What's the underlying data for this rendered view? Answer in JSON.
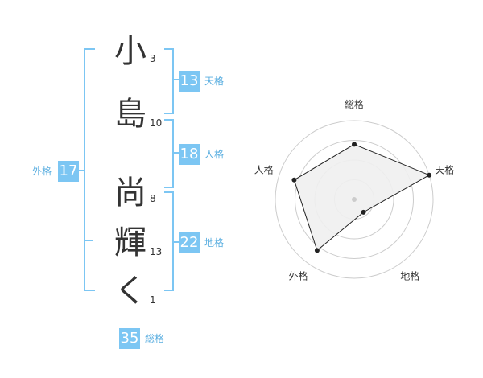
{
  "name_chars": [
    {
      "char": "小",
      "strokes": "3"
    },
    {
      "char": "島",
      "strokes": "10"
    },
    {
      "char": "尚",
      "strokes": "8"
    },
    {
      "char": "輝",
      "strokes": "13"
    },
    {
      "char": "く",
      "strokes": "1"
    }
  ],
  "fortunes": {
    "tenkaku": {
      "value": "13",
      "label": "天格"
    },
    "jinkaku": {
      "value": "18",
      "label": "人格"
    },
    "chikaku": {
      "value": "22",
      "label": "地格"
    },
    "gaikaku": {
      "value": "17",
      "label": "外格"
    },
    "soukaku": {
      "value": "35",
      "label": "総格"
    }
  },
  "chart_data": {
    "type": "radar",
    "axes": [
      "総格",
      "天格",
      "地格",
      "外格",
      "人格"
    ],
    "values": [
      0.7,
      1.0,
      0.2,
      0.8,
      0.8
    ],
    "rings": 4,
    "colors": {
      "fill": "#f0f0f0",
      "line": "#222222",
      "ring": "#cccccc",
      "center": "#cccccc"
    }
  },
  "colors": {
    "accent": "#7cc6f3"
  }
}
